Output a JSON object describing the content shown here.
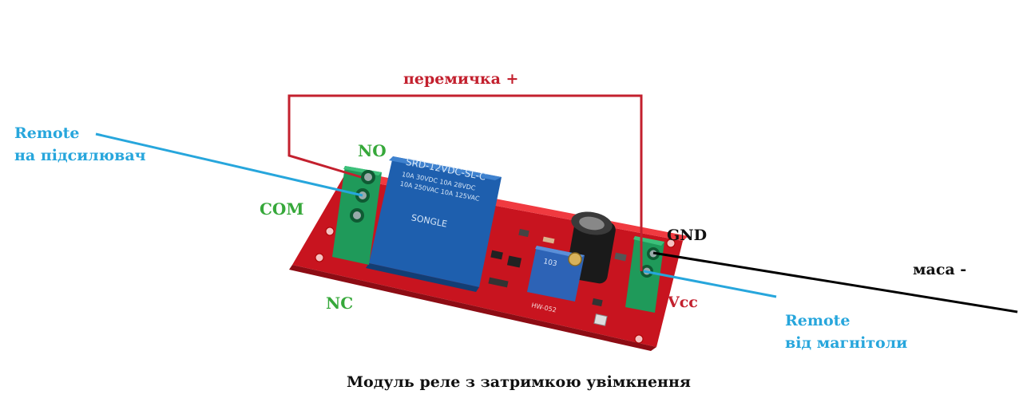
{
  "labels": {
    "jumper": "перемичка +",
    "remote_amp_line1": "Remote",
    "remote_amp_line2": "на підсилювач",
    "no": "NO",
    "com": "COM",
    "nc": "NC",
    "gnd": "GND",
    "ground": "маса -",
    "vcc": "Vcc",
    "remote_hu_line1": "Remote",
    "remote_hu_line2": "від магнітоли"
  },
  "caption": "Модуль реле з затримкою увімкнення",
  "relay_marking": {
    "model": "SRD-12VDC-SL-C",
    "rating1": "10A 30VDC 10A 28VDC",
    "rating2": "10A 250VAC 10A 125VAC",
    "brand": "SONGLE"
  },
  "potentiometer_marking": "103",
  "colors": {
    "wire_blue": "#27a6dc",
    "wire_red": "#c3202e",
    "wire_black": "#000000",
    "label_green": "#36a83a",
    "board_red": "#e0202a",
    "relay_blue": "#1e5fae",
    "terminal_green": "#1f9a5a"
  }
}
